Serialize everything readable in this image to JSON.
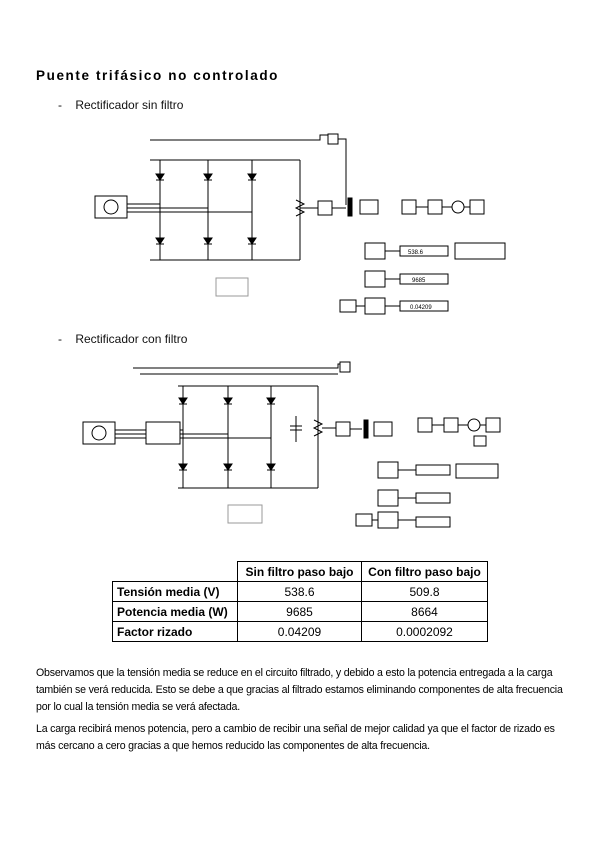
{
  "heading": "Puente trifásico no controlado",
  "bullet_dash": "-",
  "section1": "Rectificador sin filtro",
  "section2": "Rectificador con filtro",
  "display_values": {
    "d1": "538.6",
    "d2": "9685",
    "d3": "0.04209"
  },
  "table": {
    "headers": [
      "",
      "Sin filtro paso bajo",
      "Con filtro paso bajo"
    ],
    "rows": [
      {
        "label": "Tensión media (V)",
        "sin": "538.6",
        "con": "509.8"
      },
      {
        "label": "Potencia media (W)",
        "sin": "9685",
        "con": "8664"
      },
      {
        "label": "Factor rizado",
        "sin": "0.04209",
        "con": "0.0002092"
      }
    ]
  },
  "paragraph1": "Observamos que la tensión media se reduce en el circuito filtrado, y debido a esto la potencia entregada a la carga también se verá reducida. Esto se debe a que gracias al filtrado estamos eliminando componentes de alta frecuencia por lo cual la tensión media se verá afectada.",
  "paragraph2": "La carga recibirá menos potencia, pero a cambio de recibir una señal de mejor calidad ya que el factor de rizado es más cercano a cero gracias a que hemos reducido las componentes de alta frecuencia."
}
